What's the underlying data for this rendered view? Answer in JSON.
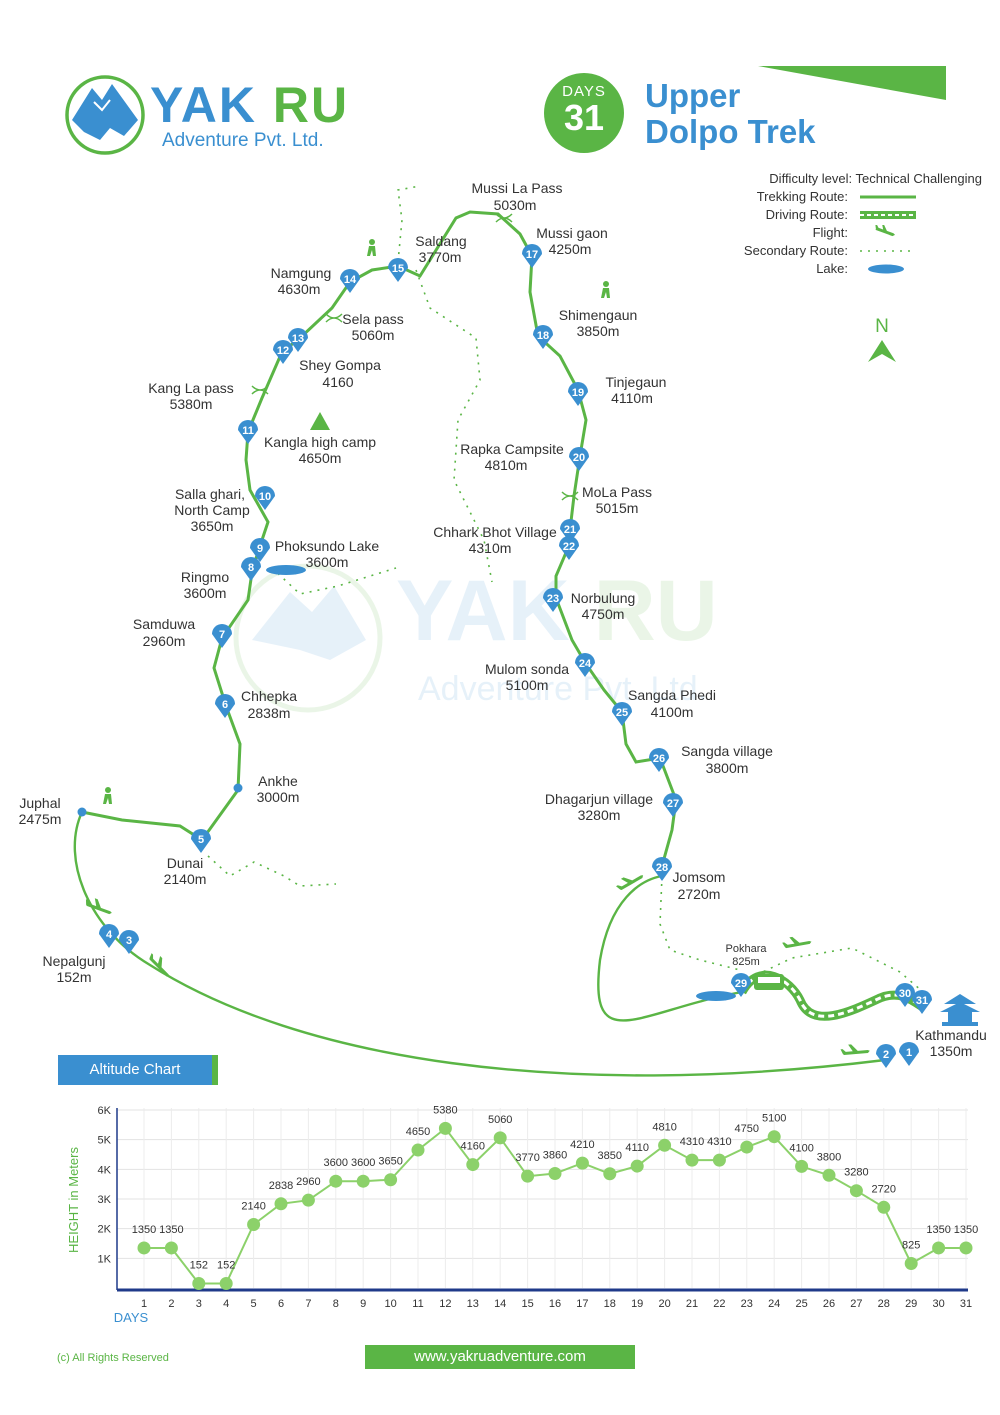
{
  "header": {
    "brand_name_1": "YAK",
    "brand_name_2": "RU",
    "brand_sub": "Adventure Pvt. Ltd.",
    "days_label": "DAYS",
    "days_number": "31",
    "trek_name_line1": "Upper",
    "trek_name_line2": "Dolpo Trek"
  },
  "legend": {
    "difficulty": "Difficulty level: Technical Challenging",
    "items": [
      "Trekking Route:",
      "Driving Route:",
      "Flight:",
      "Secondary Route:",
      "Lake:"
    ]
  },
  "map": {
    "north": "N",
    "markers": [
      "1",
      "2",
      "3",
      "4",
      "5",
      "6",
      "7",
      "8",
      "9",
      "10",
      "11",
      "12",
      "13",
      "14",
      "15",
      "17",
      "18",
      "19",
      "20",
      "21",
      "22",
      "23",
      "24",
      "25",
      "26",
      "27",
      "28",
      "29",
      "30",
      "31"
    ],
    "places": [
      {
        "name": "Mussi La Pass",
        "alt": "5030m"
      },
      {
        "name": "Mussi gaon",
        "alt": "4250m"
      },
      {
        "name": "Saldang",
        "alt": "3770m"
      },
      {
        "name": "Namgung",
        "alt": "4630m"
      },
      {
        "name": "Sela pass",
        "alt": "5060m"
      },
      {
        "name": "Shimengaun",
        "alt": "3850m"
      },
      {
        "name": "Shey Gompa",
        "alt": "4160"
      },
      {
        "name": "Kang La pass",
        "alt": "5380m"
      },
      {
        "name": "Tinjegaun",
        "alt": "4110m"
      },
      {
        "name": "Kangla high camp",
        "alt": "4650m"
      },
      {
        "name": "Rapka Campsite",
        "alt": "4810m"
      },
      {
        "name": "MoLa Pass",
        "alt": "5015m"
      },
      {
        "name": "Salla ghari,",
        "alt": "North Camp",
        "alt2": "3650m"
      },
      {
        "name": "Chhark Bhot Village",
        "alt": "4310m"
      },
      {
        "name": "Phoksundo Lake",
        "alt": "3600m"
      },
      {
        "name": "Ringmo",
        "alt": "3600m"
      },
      {
        "name": "Norbulung",
        "alt": "4750m"
      },
      {
        "name": "Samduwa",
        "alt": "2960m"
      },
      {
        "name": "Mulom sonda",
        "alt": "5100m"
      },
      {
        "name": "Chhepka",
        "alt": "2838m"
      },
      {
        "name": "Sangda Phedi",
        "alt": "4100m"
      },
      {
        "name": "Sangda village",
        "alt": "3800m"
      },
      {
        "name": "Ankhe",
        "alt": "3000m"
      },
      {
        "name": "Dhagarjun village",
        "alt": "3280m"
      },
      {
        "name": "Juphal",
        "alt": "2475m"
      },
      {
        "name": "Dunai",
        "alt": "2140m"
      },
      {
        "name": "Jomsom",
        "alt": "2720m"
      },
      {
        "name": "Nepalgunj",
        "alt": "152m"
      },
      {
        "name": "Pokhara",
        "alt": "825m"
      },
      {
        "name": "Kathmandu",
        "alt": "1350m"
      }
    ]
  },
  "altitude_chart_label": "Altitude Chart",
  "chart_data": {
    "type": "line",
    "title": "",
    "xlabel": "DAYS",
    "ylabel": "HEIGHT in Meters",
    "x": [
      1,
      2,
      3,
      4,
      5,
      6,
      7,
      8,
      9,
      10,
      11,
      12,
      13,
      14,
      15,
      16,
      17,
      18,
      19,
      20,
      21,
      22,
      23,
      24,
      25,
      26,
      27,
      28,
      29,
      30,
      31
    ],
    "values": [
      1350,
      1350,
      152,
      152,
      2140,
      2838,
      2960,
      3600,
      3600,
      3650,
      4650,
      5380,
      4160,
      5060,
      3770,
      3860,
      4210,
      3850,
      4110,
      4810,
      4310,
      4310,
      4750,
      5100,
      4100,
      3800,
      3280,
      2720,
      825,
      1350,
      1350
    ],
    "yticks": [
      "1K",
      "2K",
      "3K",
      "4K",
      "5K",
      "6K"
    ],
    "ylim": [
      0,
      6000
    ],
    "grid": true,
    "color": "#8cd16a"
  },
  "footer": {
    "copyright": "(c) All Rights Reserved",
    "website": "www.yakruadventure.com"
  },
  "colors": {
    "blue": "#3a8fd0",
    "green": "#5ab545",
    "light_green": "#8cd16a"
  }
}
